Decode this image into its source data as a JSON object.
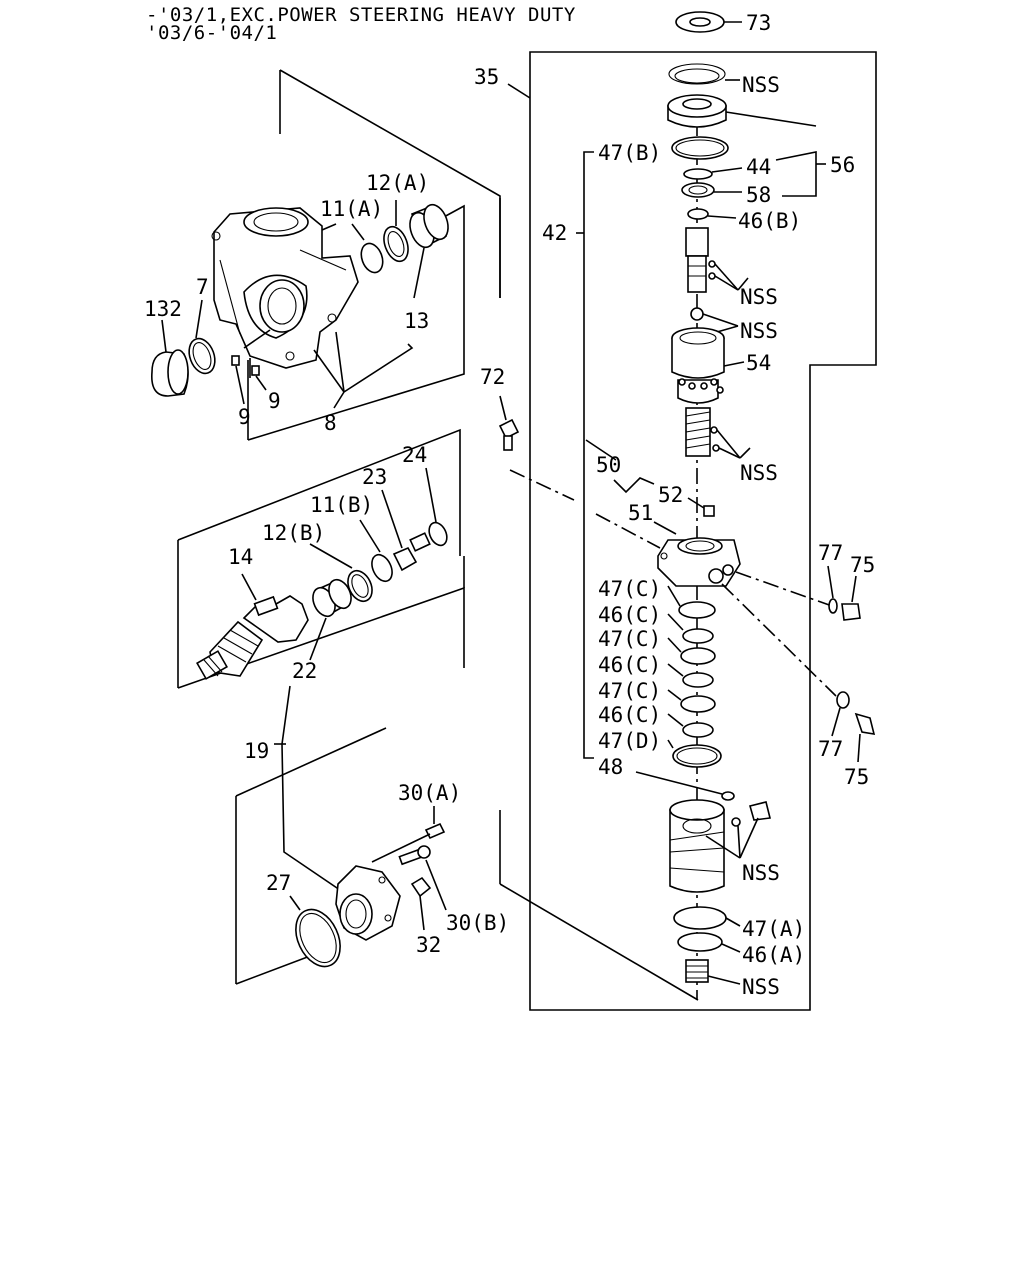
{
  "header": {
    "line1": "-'03/1,EXC.POWER STEERING HEAVY DUTY",
    "line2": "'03/6-'04/1"
  },
  "labels": {
    "p73": "73",
    "nss_top": "NSS",
    "p35": "35",
    "p47b": "47(B)",
    "p44": "44",
    "p56": "56",
    "p58": "58",
    "p46b": "46(B)",
    "p42": "42",
    "nss_a": "NSS",
    "nss_b": "NSS",
    "p54": "54",
    "nss_c": "NSS",
    "p50": "50",
    "p52": "52",
    "p51": "51",
    "p47c1": "47(C)",
    "p46c1": "46(C)",
    "p47c2": "47(C)",
    "p46c2": "46(C)",
    "p47c3": "47(C)",
    "p46c3": "46(C)",
    "p47d": "47(D)",
    "p48": "48",
    "nss_d": "NSS",
    "p47a": "47(A)",
    "p46a": "46(A)",
    "nss_e": "NSS",
    "p77a": "77",
    "p75a": "75",
    "p77b": "77",
    "p75b": "75",
    "p12a": "12(A)",
    "p11a": "11(A)",
    "p132": "132",
    "p7": "7",
    "p13": "13",
    "p9a": "9",
    "p9b": "9",
    "p8": "8",
    "p72": "72",
    "p24": "24",
    "p23": "23",
    "p11b": "11(B)",
    "p12b": "12(B)",
    "p14": "14",
    "p22": "22",
    "p19": "19",
    "p30a": "30(A)",
    "p27": "27",
    "p30b": "30(B)",
    "p32": "32"
  }
}
